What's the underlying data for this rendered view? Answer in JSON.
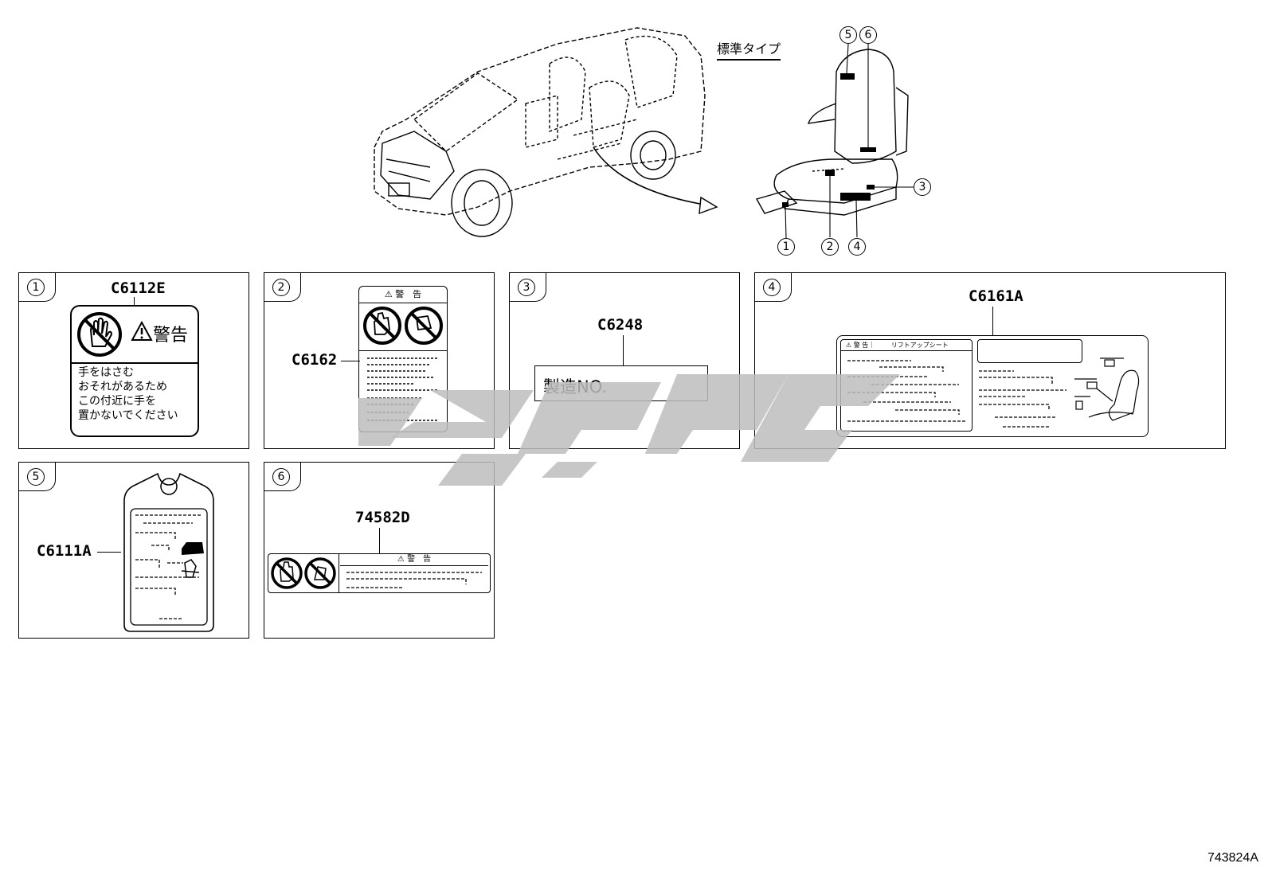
{
  "header": {
    "std_type_label": "標準タイプ",
    "callouts": [
      "5",
      "6",
      "3",
      "1",
      "2",
      "4"
    ]
  },
  "panels": [
    {
      "num": "1",
      "code": "C6112E",
      "warn_word": "警告",
      "warn_text": [
        "手をはさむ",
        "おそれがあるため",
        "この付近に手を",
        "置かないでください"
      ]
    },
    {
      "num": "2",
      "code": "C6162",
      "warn_header": "警　告"
    },
    {
      "num": "3",
      "code": "C6248",
      "serial_label": "製造NO."
    },
    {
      "num": "4",
      "code": "C6161A",
      "header_warn": "警 告",
      "header_title": "リフトアップシート"
    },
    {
      "num": "5",
      "code": "C6111A"
    },
    {
      "num": "6",
      "code": "74582D",
      "warn_header": "警　告"
    }
  ],
  "doc_number": "743824A",
  "icons": [
    "hand-prohibited-icon",
    "warning-triangle-icon",
    "foot-prohibited-icon",
    "watermark-logo"
  ]
}
